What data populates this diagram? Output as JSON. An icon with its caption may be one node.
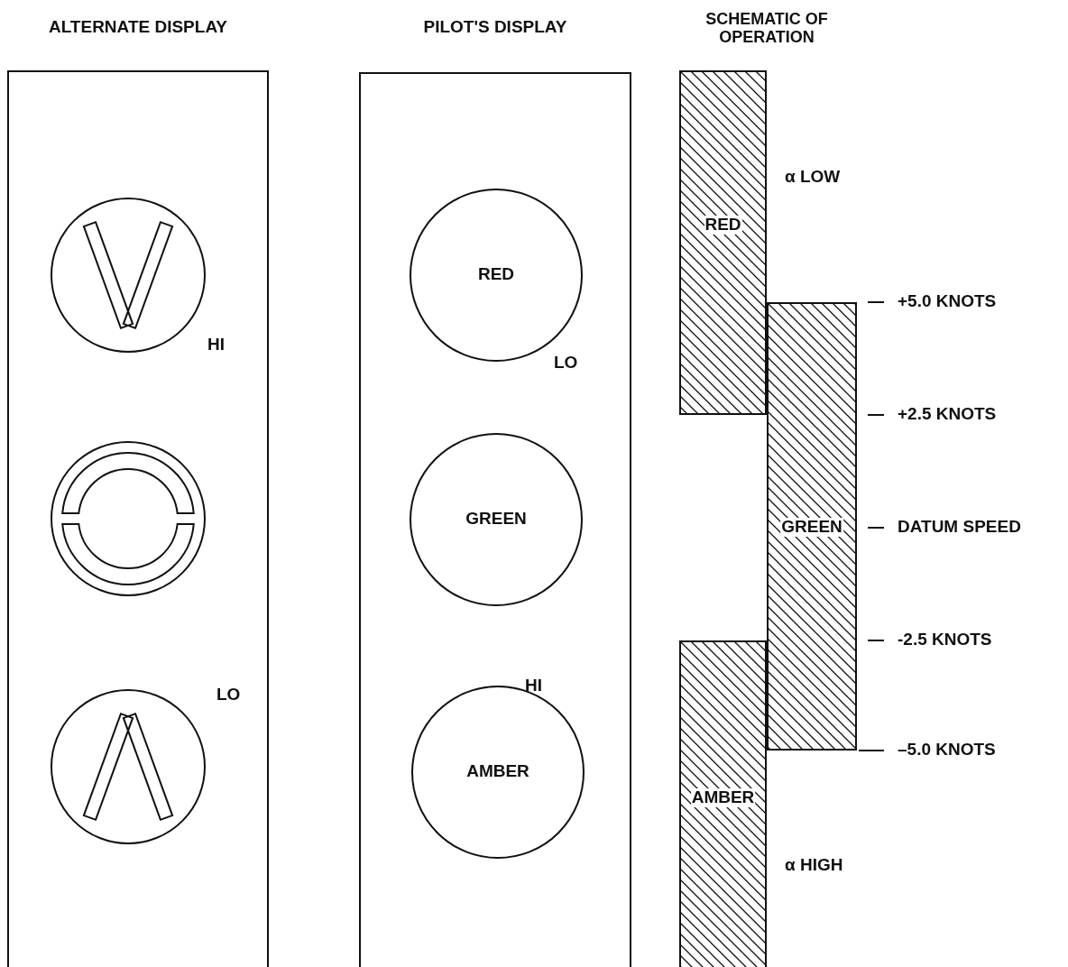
{
  "diagram": {
    "nodes": [
      {
        "text": [
          "ALTERNATE DISPLAY"
        ]
      },
      {
        "text": [],
        "shape": "picture",
        "in": 0,
        "beside": [
          "HI"
        ]
      },
      {
        "text": [],
        "shape": "picture",
        "in": 0
      },
      {
        "text": [],
        "shape": "picture",
        "in": 0,
        "beside": [
          "LO"
        ]
      },
      {
        "text": [
          "PILOT'S DISPLAY"
        ]
      },
      {
        "text": [
          "RED"
        ],
        "in": 4,
        "beside": [
          "LO"
        ]
      },
      {
        "text": [
          "GREEN"
        ],
        "in": 4
      },
      {
        "text": [
          "AMBER"
        ],
        "in": 4,
        "beside": [
          "HI"
        ]
      },
      {
        "text": [
          "RED"
        ]
      },
      {
        "text": [
          "GREEN"
        ]
      },
      {
        "text": [
          "AMBER"
        ]
      }
    ],
    "edges": [],
    "labels": [
      "SCHEMATIC OF OPERATION",
      "α LOW",
      "+5.0 KNOTS",
      "+2.5 KNOTS",
      "DATUM SPEED",
      "-2.5 KNOTS",
      "–5.0 KNOTS",
      "α HIGH"
    ]
  }
}
